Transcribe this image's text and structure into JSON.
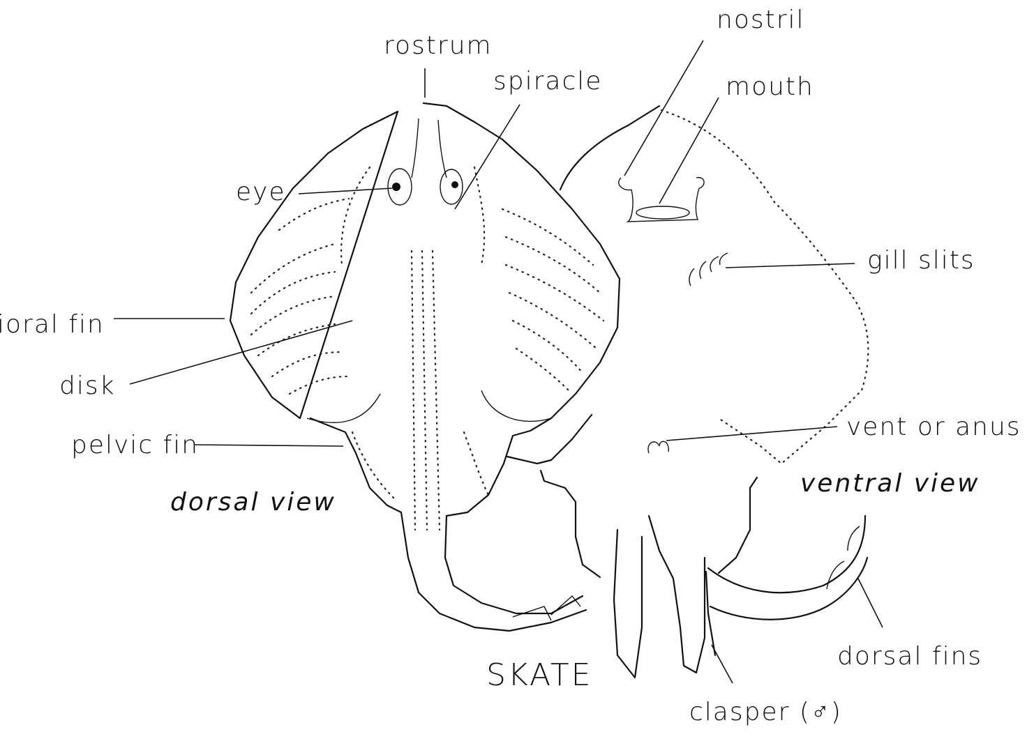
{
  "title": "SKATE",
  "views": {
    "dorsal": "dorsal view",
    "ventral": "ventral view"
  },
  "labels": {
    "rostrum": "rostrum",
    "spiracle": "spiracle",
    "nostril": "nostril",
    "mouth": "mouth",
    "eye": "eye",
    "gill_slits": "gill slits",
    "pectoral_fin": "ioral fin",
    "disk": "disk",
    "pelvic_fin": "pelvic fin",
    "vent": "vent or anus",
    "dorsal_fins": "dorsal fins",
    "clasper": "clasper (♂)"
  }
}
